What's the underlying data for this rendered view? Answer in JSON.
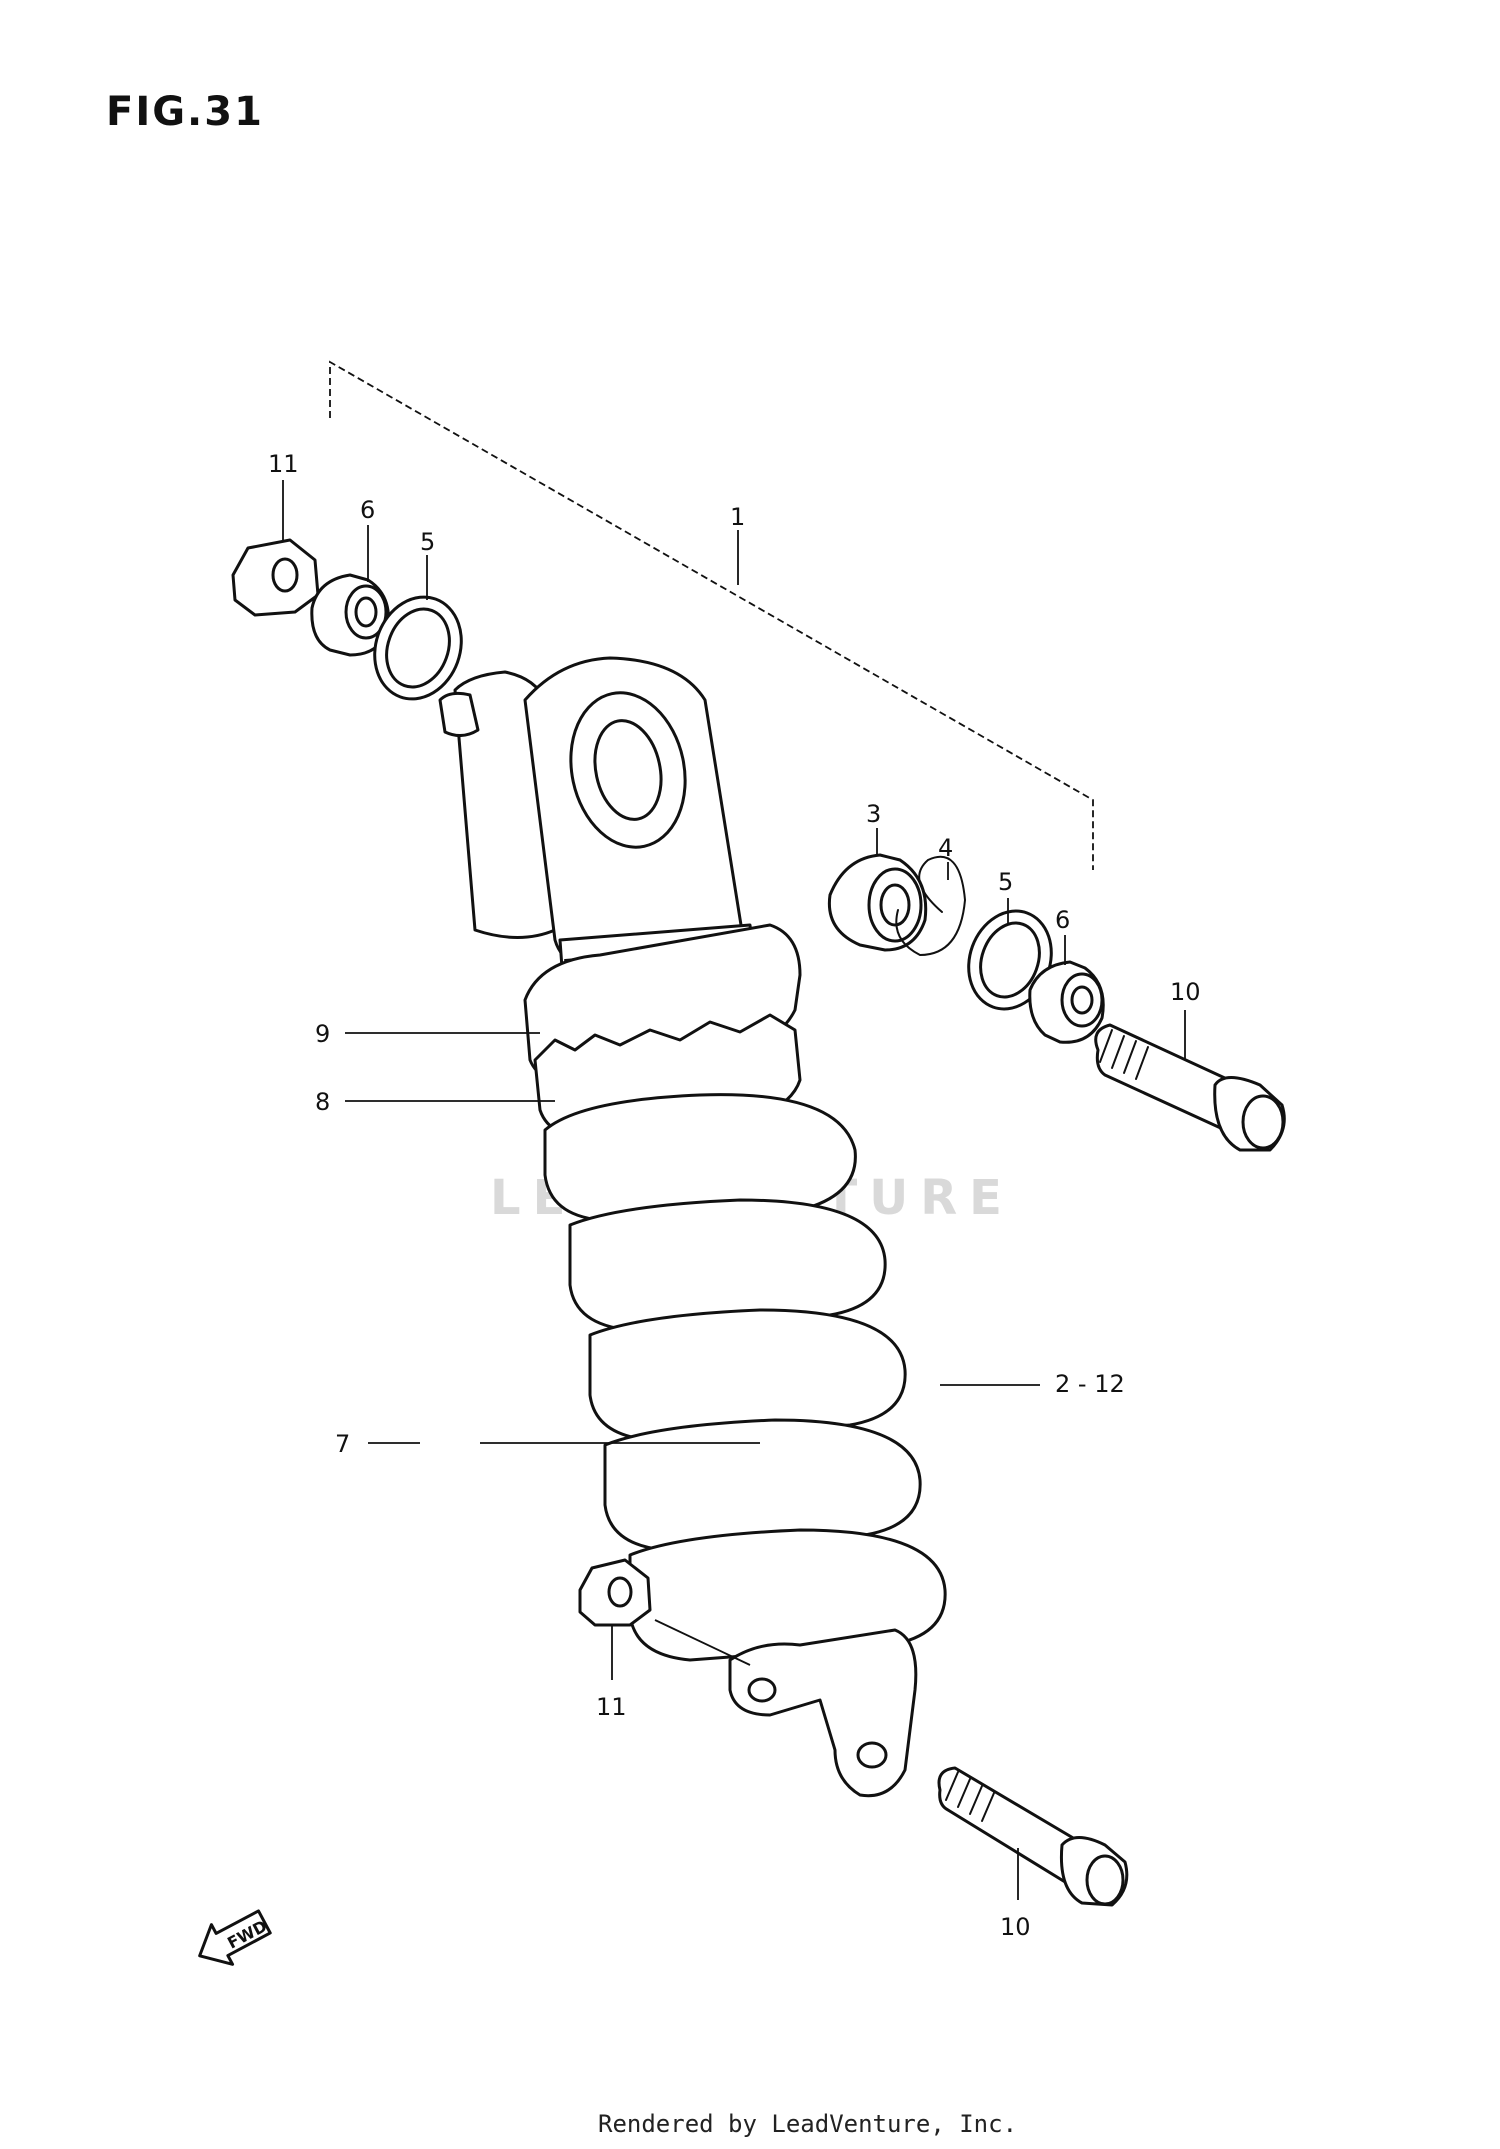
{
  "figure": {
    "title": "FIG.31",
    "watermark": "LEADVENTURE",
    "footer": "Rendered by LeadVenture, Inc.",
    "front_arrow_label": "FWD"
  },
  "callouts": {
    "c1": "1",
    "c2_12": "2 - 12",
    "c3": "3",
    "c4": "4",
    "c5_top": "5",
    "c5_right": "5",
    "c6_top": "6",
    "c6_right": "6",
    "c7": "7",
    "c8": "8",
    "c9": "9",
    "c10_upper": "10",
    "c10_lower": "10",
    "c11_top": "11",
    "c11_bottom": "11"
  }
}
